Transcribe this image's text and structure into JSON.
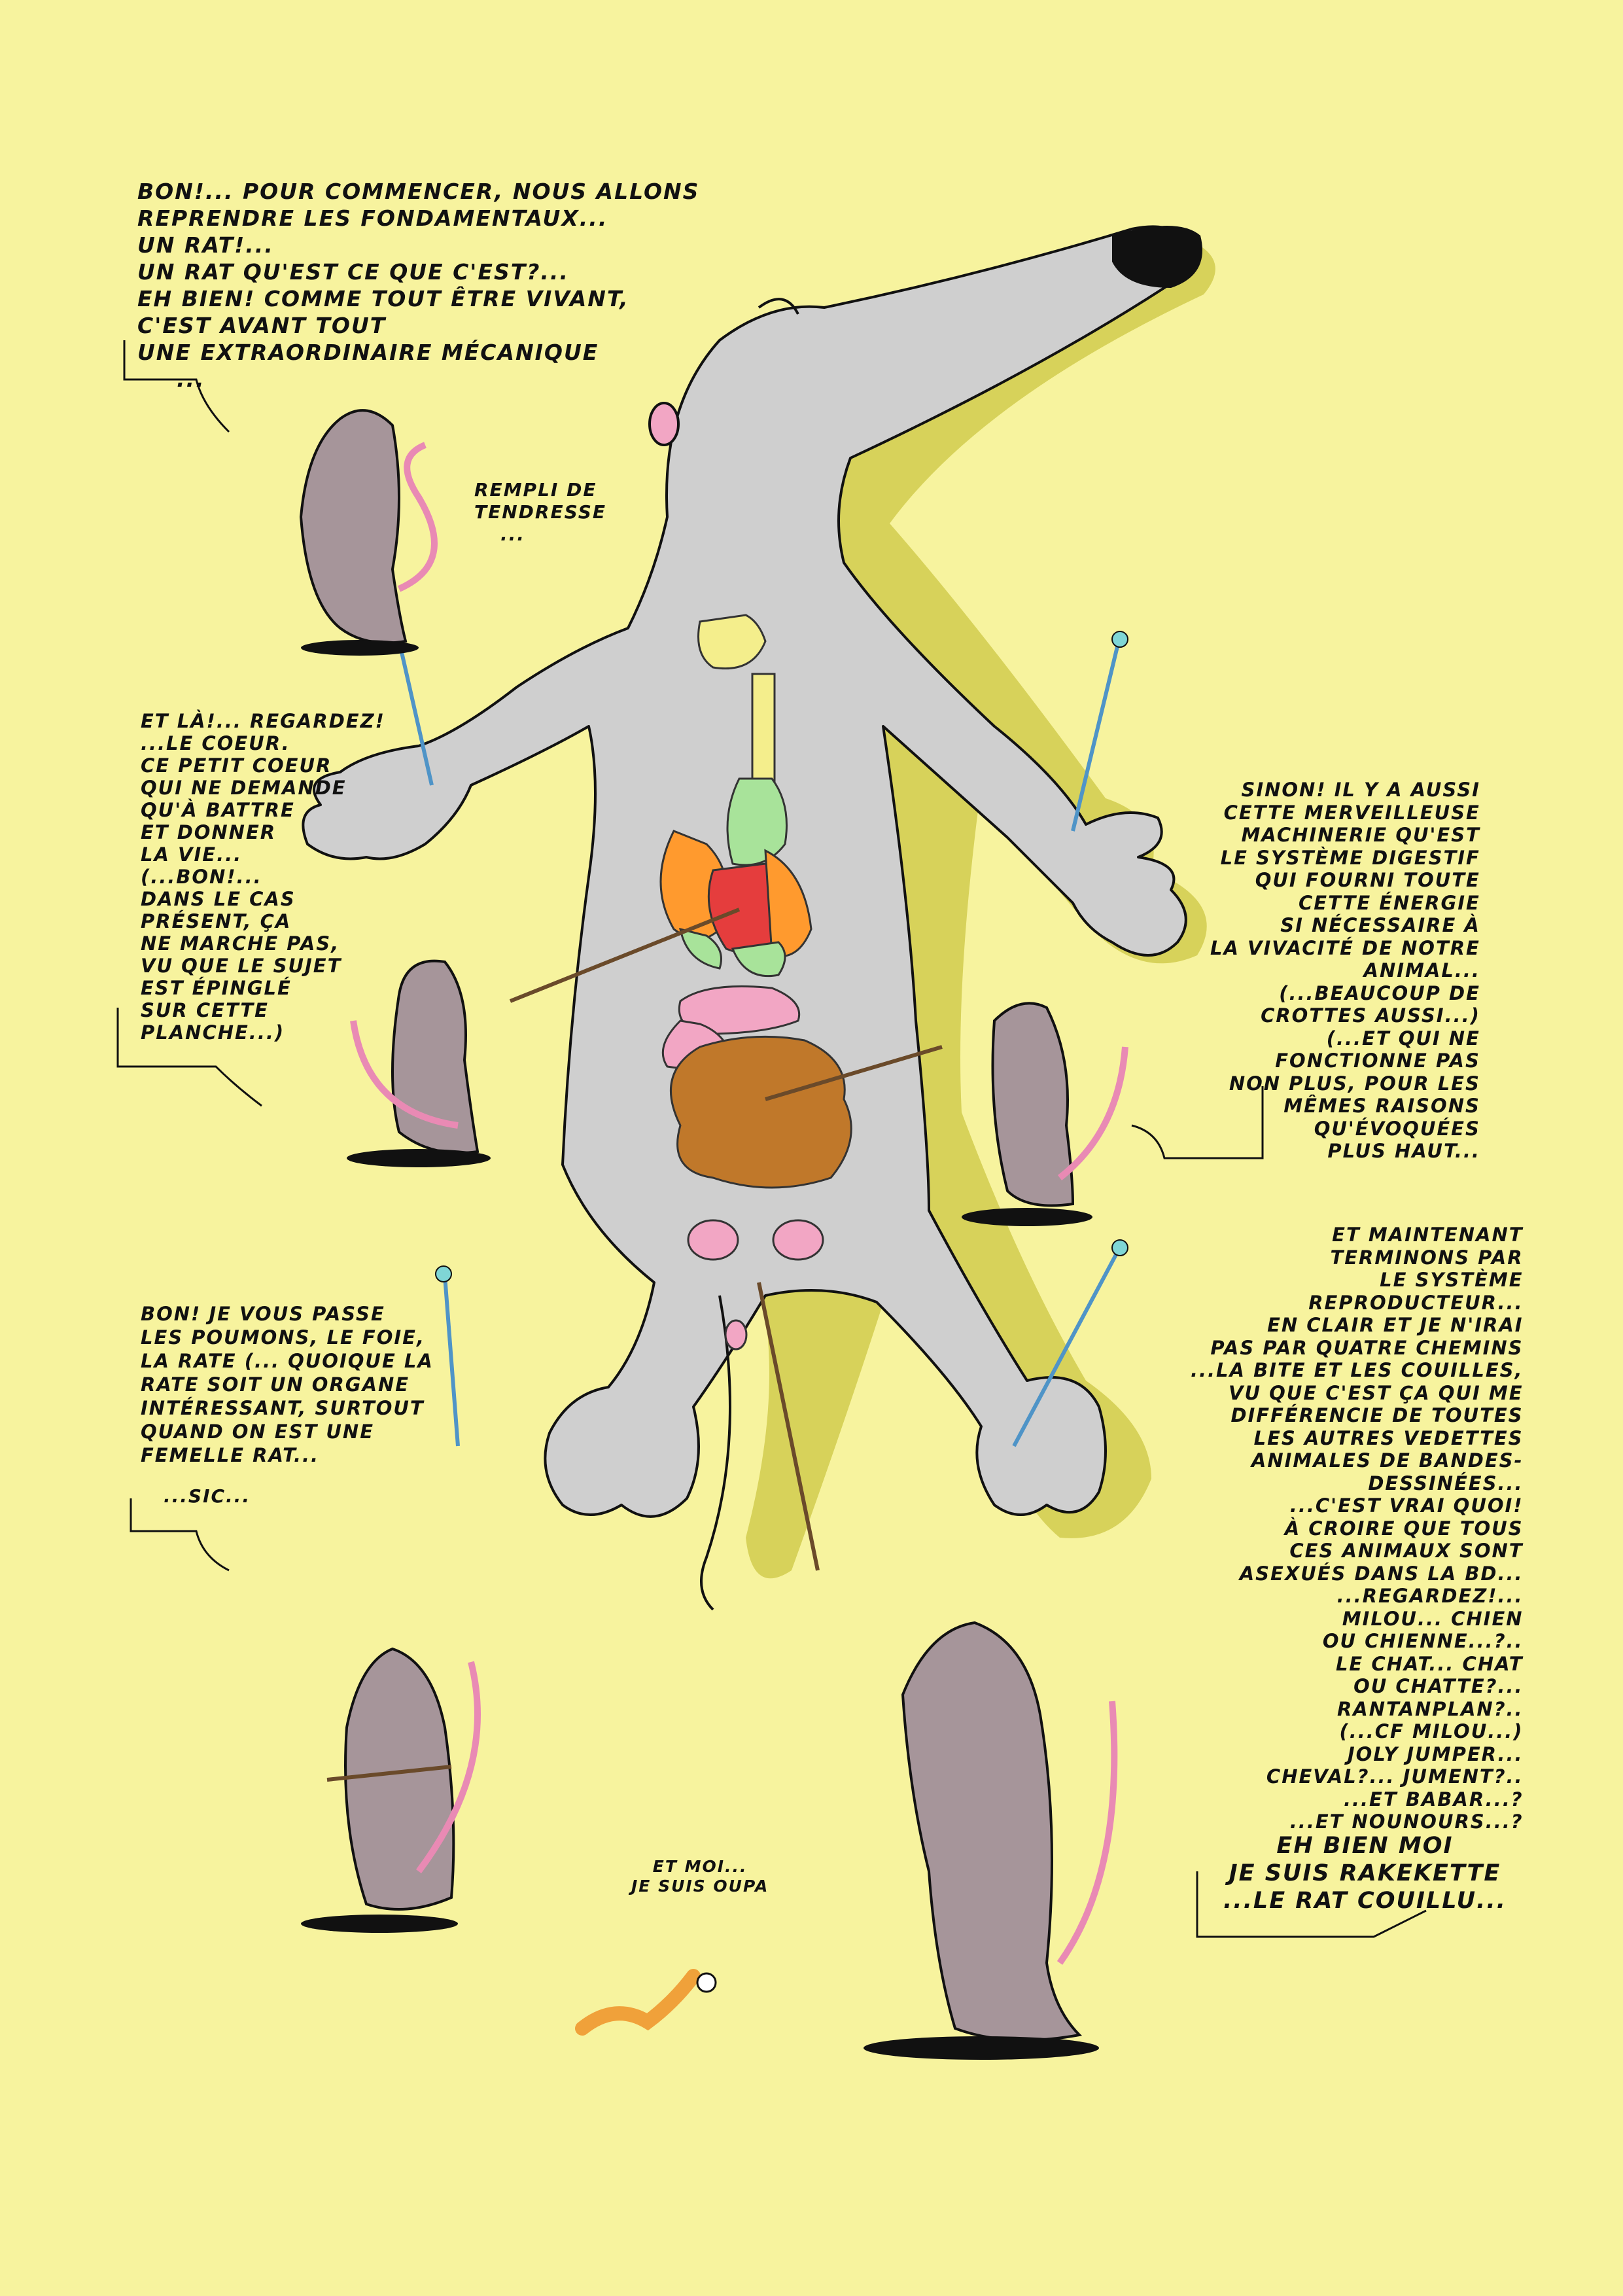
{
  "page": {
    "background": "#f7f39e",
    "rat_color": "#cfcfcf",
    "shadow_color": "#d7d25a"
  },
  "bubbles": {
    "intro": [
      "BON!... POUR COMMENCER, NOUS ALLONS",
      "REPRENDRE LES FONDAMENTAUX...",
      "UN RAT!...",
      "UN RAT QU'EST CE QUE C'EST?...",
      "EH BIEN! COMME TOUT ÊTRE VIVANT,",
      "C'EST AVANT TOUT",
      "UNE EXTRAORDINAIRE MÉCANIQUE",
      "..."
    ],
    "thought": [
      "REMPLI DE",
      "TENDRESSE",
      "..."
    ],
    "heart": [
      "ET LÀ!... REGARDEZ!",
      "...LE COEUR.",
      "CE PETIT COEUR",
      "QUI NE DEMANDE",
      "QU'À BATTRE",
      "ET DONNER",
      "LA VIE...",
      "(...BON!...",
      "DANS LE CAS",
      "PRÉSENT, ÇA",
      "NE MARCHE PAS,",
      "VU QUE LE SUJET",
      "EST ÉPINGLÉ",
      "SUR CETTE",
      "PLANCHE...)"
    ],
    "digestive": [
      "SINON! IL Y A AUSSI",
      "CETTE MERVEILLEUSE",
      "MACHINERIE QU'EST",
      "LE SYSTÈME DIGESTIF",
      "QUI FOURNI TOUTE",
      "CETTE ÉNERGIE",
      "SI NÉCESSAIRE À",
      "LA VIVACITÉ DE NOTRE",
      "ANIMAL...",
      "(...BEAUCOUP DE",
      "CROTTES AUSSI...)",
      "(...ET QUI NE",
      "FONCTIONNE PAS",
      "NON PLUS, POUR LES",
      "MÊMES RAISONS",
      "QU'ÉVOQUÉES",
      "PLUS HAUT..."
    ],
    "reproductive": [
      "ET MAINTENANT",
      "TERMINONS PAR",
      "LE SYSTÈME",
      "REPRODUCTEUR...",
      "EN CLAIR ET JE N'IRAI",
      "PAS PAR QUATRE CHEMINS",
      "...LA BITE ET LES COUILLES,",
      "VU QUE C'EST ÇA QUI ME",
      "DIFFÉRENCIE DE TOUTES",
      "LES AUTRES VEDETTES",
      "ANIMALES DE BANDES-",
      "DESSINÉES...",
      "...C'EST VRAI QUOI!",
      "À CROIRE QUE TOUS",
      "CES ANIMAUX SONT",
      "ASEXUÉS DANS LA BD...",
      "...REGARDEZ!...",
      "MILOU... CHIEN",
      "OU CHIENNE...?..",
      "LE CHAT... CHAT",
      "OU CHATTE?...",
      "RANTANPLAN?..",
      "(...CF MILOU...)",
      "JOLY JUMPER...",
      "CHEVAL?... JUMENT?..",
      "...ET BABAR...?",
      "...ET NOUNOURS...?"
    ],
    "lungs": [
      "BON! JE VOUS PASSE",
      "LES POUMONS, LE FOIE,",
      "LA RATE (... QUOIQUE LA",
      "RATE SOIT UN ORGANE",
      "INTÉRESSANT, SURTOUT",
      "QUAND ON EST UNE",
      "FEMELLE RAT..."
    ],
    "sic": [
      "...SIC..."
    ],
    "worm": [
      "ET MOI...",
      "JE SUIS OUPA"
    ],
    "ending": [
      "EH BIEN MOI",
      "JE SUIS RAKEKETTE",
      "...LE RAT COUILLU..."
    ]
  }
}
